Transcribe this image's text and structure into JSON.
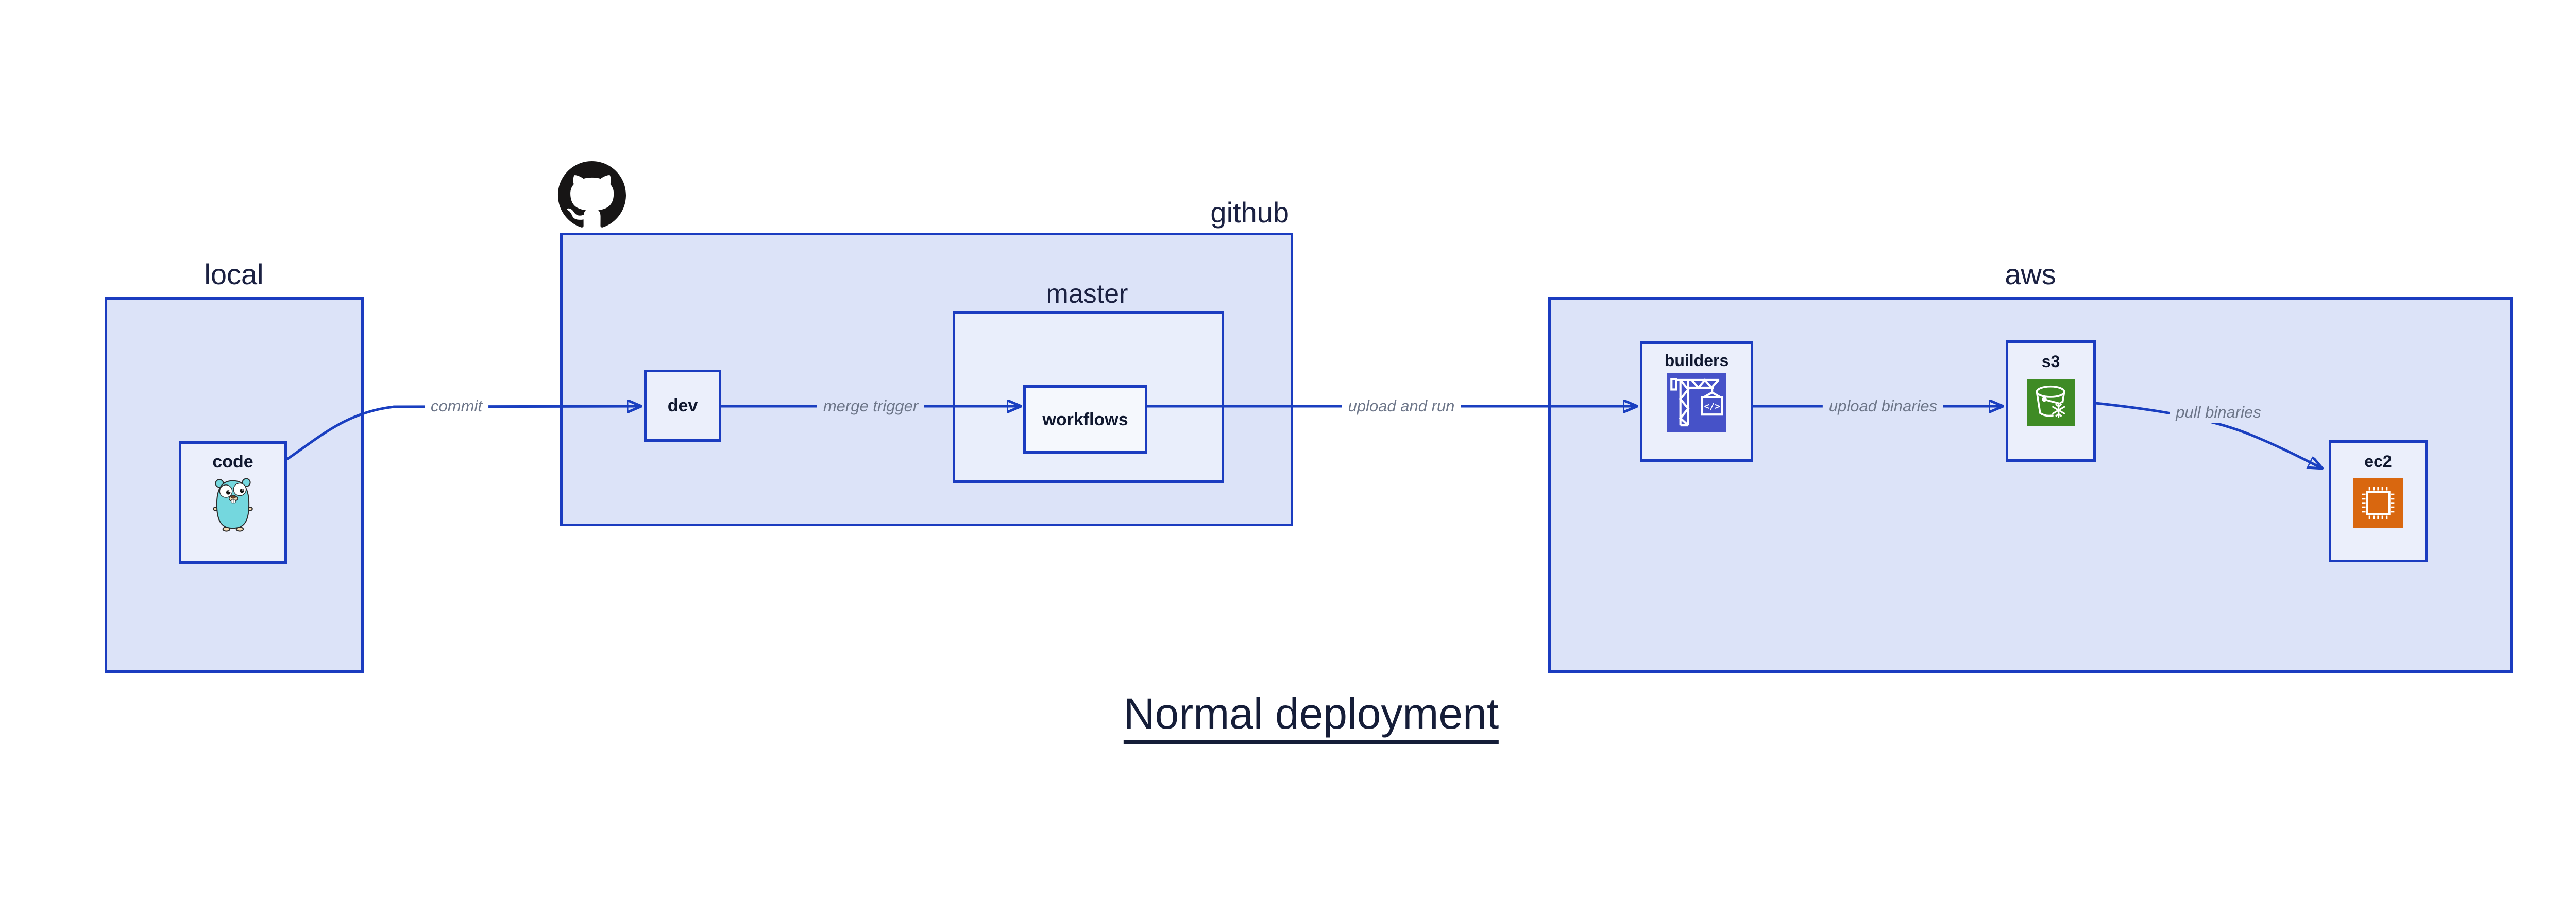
{
  "title": {
    "text": "Normal deployment"
  },
  "groups": {
    "local": {
      "label": "local"
    },
    "github": {
      "label": "github"
    },
    "master": {
      "label": "master"
    },
    "aws": {
      "label": "aws"
    }
  },
  "nodes": {
    "code": {
      "label": "code",
      "icon": "go-gopher-icon"
    },
    "dev": {
      "label": "dev"
    },
    "workflows": {
      "label": "workflows"
    },
    "builders": {
      "label": "builders",
      "icon": "aws-codebuild-icon"
    },
    "s3": {
      "label": "s3",
      "icon": "aws-s3-bucket-snowflake-icon"
    },
    "ec2": {
      "label": "ec2",
      "icon": "aws-ec2-chip-icon"
    }
  },
  "edges": [
    {
      "from": "code",
      "to": "dev",
      "label": "commit"
    },
    {
      "from": "dev",
      "to": "workflows",
      "label": "merge trigger"
    },
    {
      "from": "workflows",
      "to": "builders",
      "label": "upload and run"
    },
    {
      "from": "builders",
      "to": "s3",
      "label": "upload binaries"
    },
    {
      "from": "s3",
      "to": "ec2",
      "label": "pull binaries"
    }
  ],
  "logos": {
    "github_mark": "octocat-icon"
  },
  "colors": {
    "canvas_bg": "#ffffff",
    "group_fill": "#dce3f8",
    "subgroup_fill": "#e9eefb",
    "node_fill": "#ebeffb",
    "node_fill_bright": "#f5f8fd",
    "border_blue": "#1b3cc0",
    "edge_blue": "#1a3fc0",
    "edge_label_gray": "#6d7689",
    "label_navy": "#1b2142",
    "node_text": "#10182f",
    "title_navy": "#151d38",
    "github_black": "#171515",
    "codebuild_indigo": "#4652c8",
    "s3_green": "#3f8b25",
    "ec2_orange": "#d9670f",
    "gopher_teal": "#74d7de",
    "gopher_tan": "#f7d9b2"
  }
}
